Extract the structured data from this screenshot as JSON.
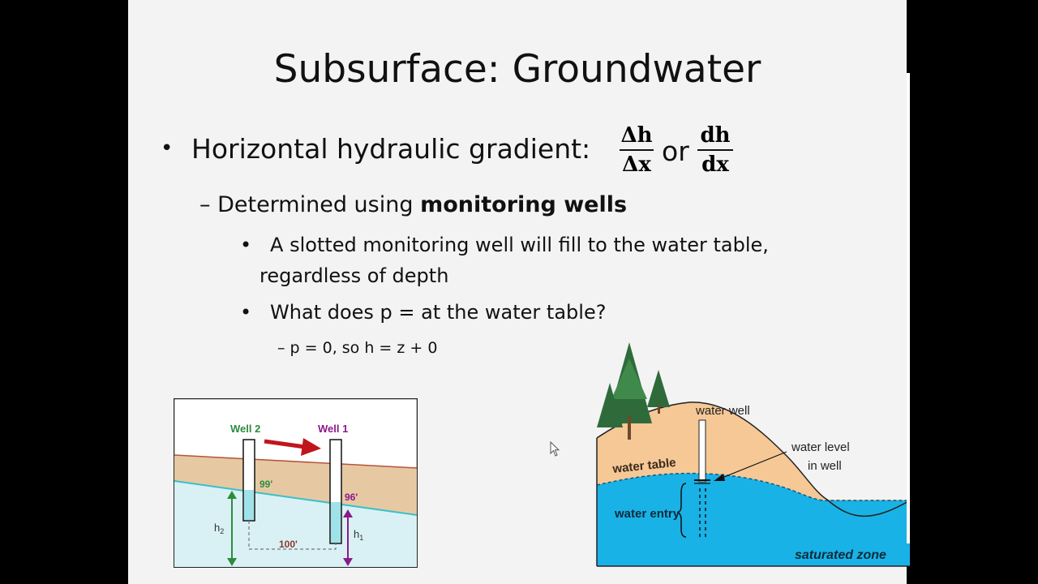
{
  "slide": {
    "title": "Subsurface: Groundwater",
    "bullet_main": "Horizontal hydraulic gradient:",
    "frac1": {
      "num": "Δh",
      "den": "Δx"
    },
    "frac_or": "or",
    "frac2": {
      "num": "dh",
      "den": "dx"
    },
    "sub_prefix": "– Determined using ",
    "sub_bold": "monitoring wells",
    "item1_line1": "A slotted monitoring well will fill to the water table,",
    "item1_line2": "regardless of depth",
    "item2": "What does p = at the water table?",
    "item3": "– p = 0, so h = z + 0"
  },
  "diagram_wells": {
    "well2_label": "Well 2",
    "well1_label": "Well 1",
    "well2_head": "99'",
    "well1_head": "96'",
    "distance": "100'",
    "h2_label": "h",
    "h2_sub": "2",
    "h1_label": "h",
    "h1_sub": "1",
    "colors": {
      "well2": "#2e8b3e",
      "well1": "#8b1a8b",
      "arrow": "#c0161b",
      "soil": "#e6c9a3",
      "water": "#d9f1f4"
    }
  },
  "diagram_aquifer": {
    "water_well": "water well",
    "water_level_1": "water level",
    "water_level_2": "in well",
    "water_table": "water table",
    "water_entry": "water entry",
    "saturated_zone": "saturated zone",
    "colors": {
      "soil": "#f5c896",
      "water": "#19b2e6",
      "tree": "#2f6b3a"
    }
  }
}
